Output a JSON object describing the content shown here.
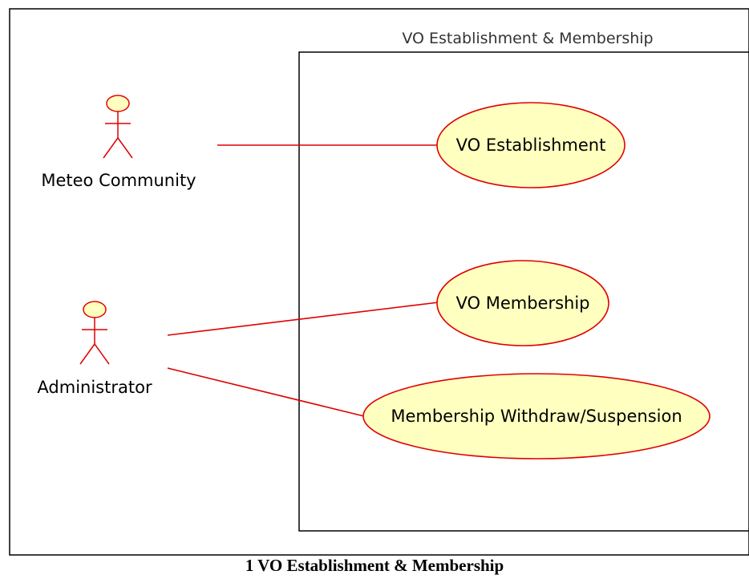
{
  "diagram": {
    "system_boundary": {
      "title": "VO Establishment & Membership"
    },
    "actors": [
      {
        "id": "meteo",
        "label": "Meteo Community"
      },
      {
        "id": "admin",
        "label": "Administrator"
      }
    ],
    "use_cases": [
      {
        "id": "uc1",
        "label": "VO Establishment"
      },
      {
        "id": "uc2",
        "label": "VO Membership"
      },
      {
        "id": "uc3",
        "label": "Membership Withdraw/Suspension"
      }
    ],
    "associations": [
      {
        "from": "meteo",
        "to": "uc1"
      },
      {
        "from": "admin",
        "to": "uc2"
      },
      {
        "from": "admin",
        "to": "uc3"
      }
    ],
    "colors": {
      "actor_stroke": "#e00000",
      "actor_fill": "#ffffc0",
      "usecase_fill": "#ffffc0",
      "usecase_stroke": "#e00000",
      "association_line": "#e00000",
      "frame": "#000000"
    }
  },
  "caption": "1 VO Establishment & Membership"
}
